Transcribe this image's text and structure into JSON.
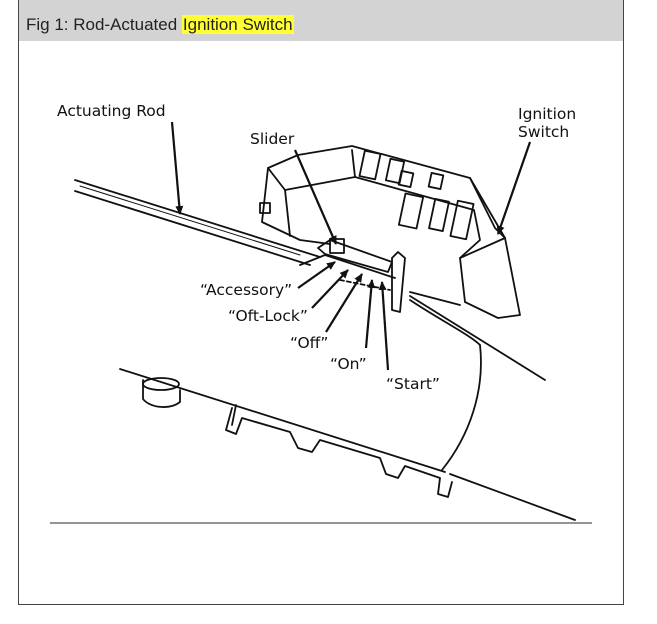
{
  "figure": {
    "caption_prefix": "Fig 1: Rod-Actuated ",
    "caption_highlight": "Ignition Switch",
    "highlight_color": "#ffff33"
  },
  "labels": {
    "actuating_rod": "Actuating Rod",
    "slider": "Slider",
    "ignition": "Ignition",
    "switch": "Switch",
    "accessory": "“Accessory”",
    "off_lock": "“Oft-Lock”",
    "off": "“Off”",
    "on": "“On”",
    "start": "“Start”"
  }
}
